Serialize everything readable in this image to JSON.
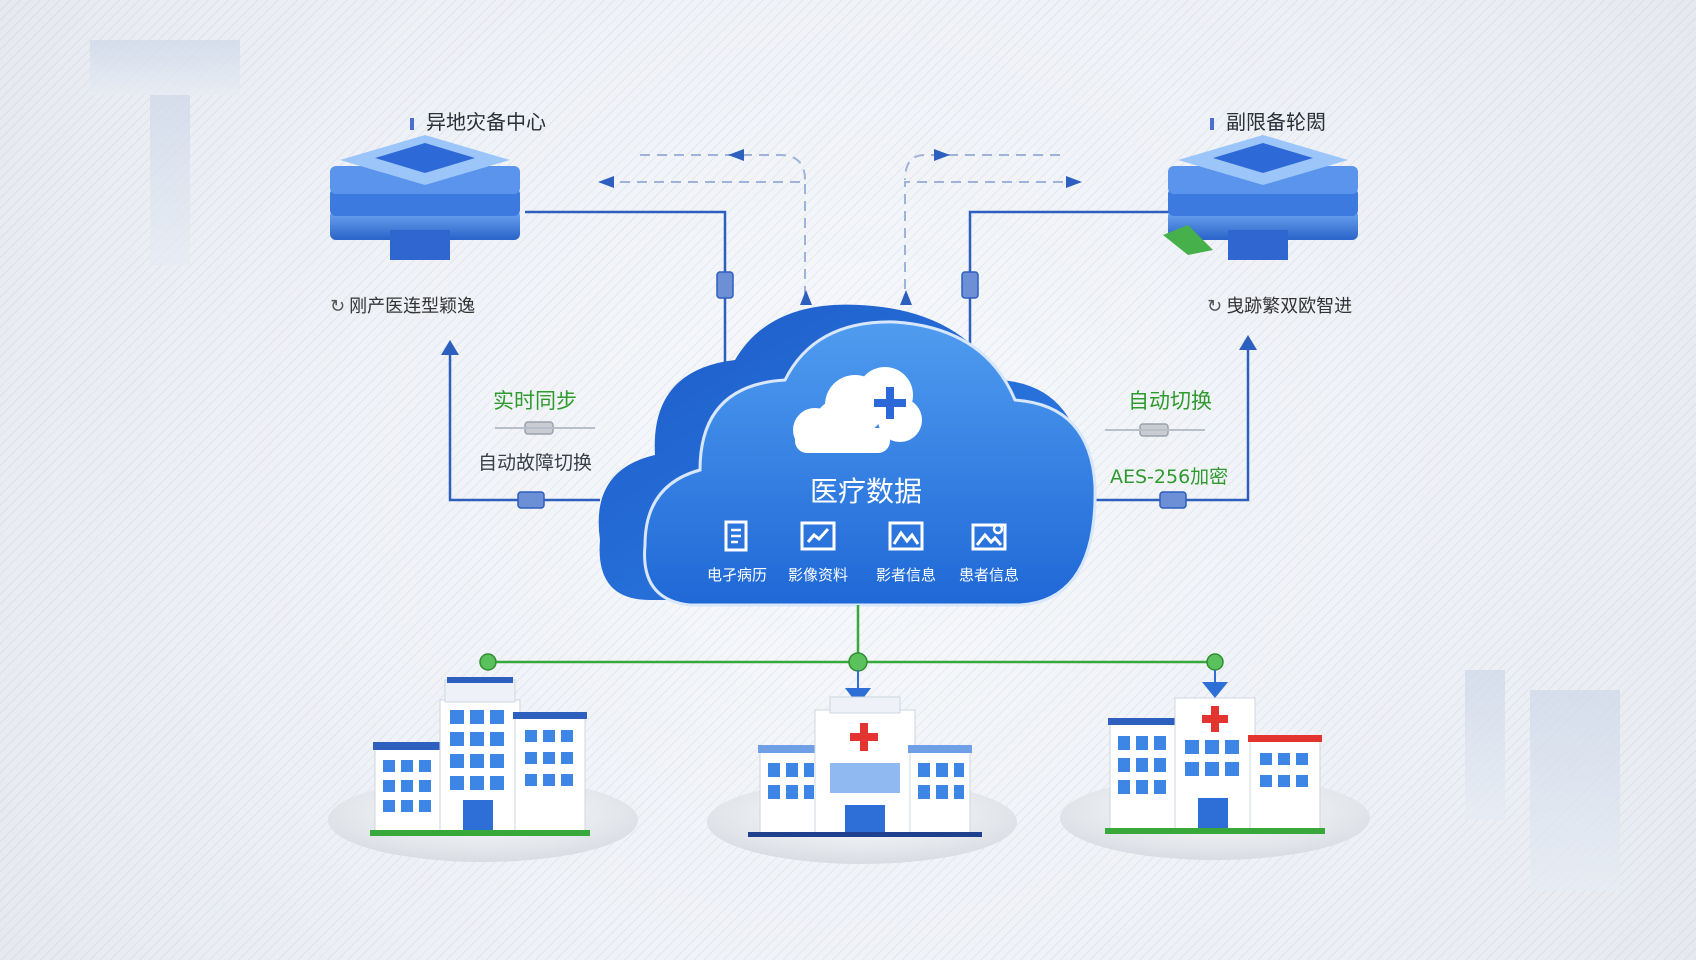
{
  "top_left": {
    "title": "异地灾备中心",
    "caption": "刚产医连型颖逸"
  },
  "top_right": {
    "title": "副限备轮閎",
    "caption": "曳跡繁双欧智进"
  },
  "left_links": {
    "sync": "实时同步",
    "failover": "自动故障切换"
  },
  "right_links": {
    "switch": "自动切换",
    "encryption": "AES-256加密"
  },
  "cloud": {
    "title": "医疗数据",
    "items": [
      {
        "icon": "document-icon",
        "label": "电孑病历"
      },
      {
        "icon": "chart-icon",
        "label": "影像资料"
      },
      {
        "icon": "image-icon",
        "label": "影者信息"
      },
      {
        "icon": "photo-icon",
        "label": "患者信息"
      }
    ]
  },
  "colors": {
    "cloud_blue": "#2f7de1",
    "link_blue": "#2d5fbf",
    "network_green": "#38a83a",
    "red_cross": "#e3342f"
  }
}
